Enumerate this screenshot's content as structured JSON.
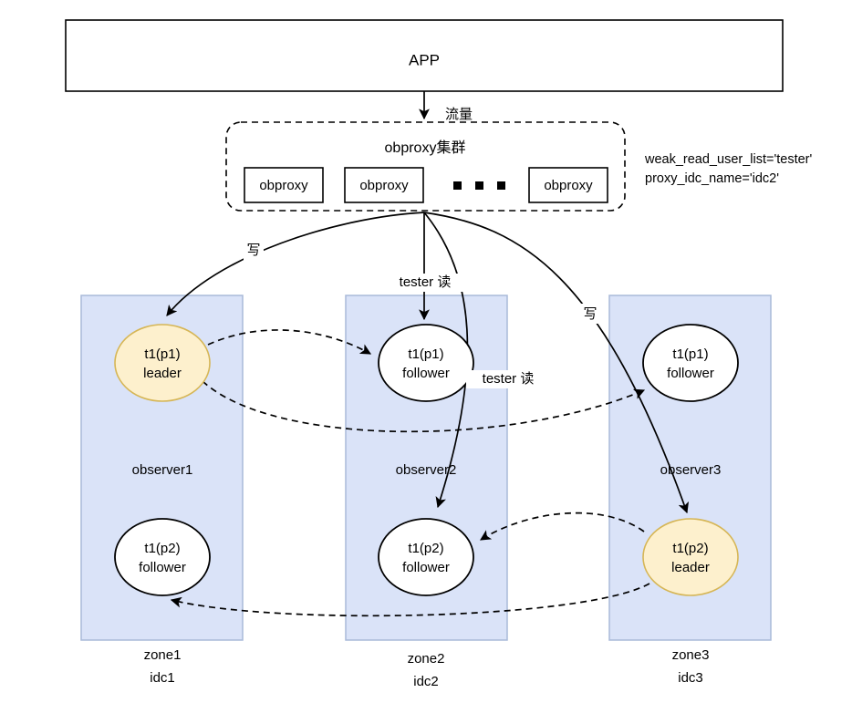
{
  "app": {
    "label": "APP"
  },
  "traffic_edge": {
    "label": "流量"
  },
  "proxy_cluster": {
    "title": "obproxy集群",
    "nodes": [
      {
        "label": "obproxy"
      },
      {
        "label": "obproxy"
      },
      {
        "label": "obproxy"
      }
    ],
    "ellipsis": "▪ ▪ ▪"
  },
  "config": {
    "line1": "weak_read_user_list='tester'",
    "line2": "proxy_idc_name='idc2'"
  },
  "edges": {
    "write_left": "写",
    "write_right": "写",
    "read_middle": "tester 读",
    "read_lower": "tester 读"
  },
  "zones": [
    {
      "id": "zone1",
      "observer": "observer1",
      "zone_label": "zone1",
      "idc_label": "idc1",
      "replicas": [
        {
          "partition": "t1(p1)",
          "role": "leader",
          "kind": "leader"
        },
        {
          "partition": "t1(p2)",
          "role": "follower",
          "kind": "follower"
        }
      ]
    },
    {
      "id": "zone2",
      "observer": "observer2",
      "zone_label": "zone2",
      "idc_label": "idc2",
      "replicas": [
        {
          "partition": "t1(p1)",
          "role": "follower",
          "kind": "follower"
        },
        {
          "partition": "t1(p2)",
          "role": "follower",
          "kind": "follower"
        }
      ]
    },
    {
      "id": "zone3",
      "observer": "observer3",
      "zone_label": "zone3",
      "idc_label": "idc3",
      "replicas": [
        {
          "partition": "t1(p1)",
          "role": "follower",
          "kind": "follower"
        },
        {
          "partition": "t1(p2)",
          "role": "leader",
          "kind": "leader"
        }
      ]
    }
  ],
  "colors": {
    "leader_fill": "#fdf0cd",
    "leader_stroke": "#d6b656",
    "zone_fill": "#dae3f8",
    "zone_stroke": "#a9bad9",
    "line": "#000000"
  }
}
